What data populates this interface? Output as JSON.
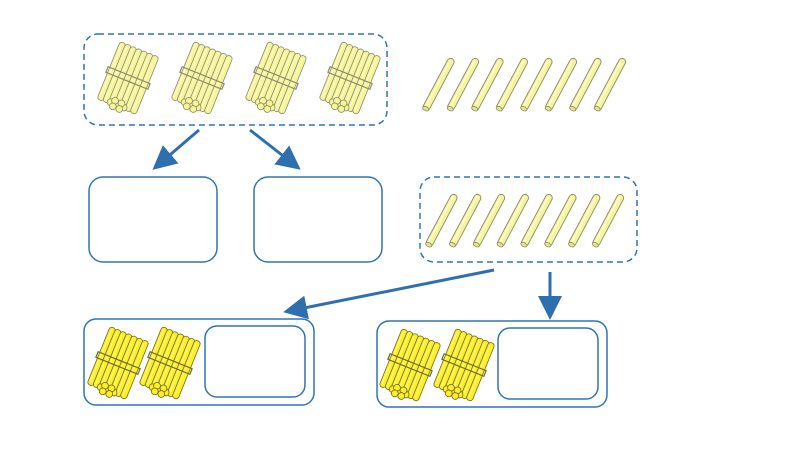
{
  "diagram": {
    "description_text": "",
    "colors": {
      "frame_blue": "#2e75b6",
      "arrow_blue": "#2e6fb0",
      "stick_pale": "#f7f59a",
      "stick_pale_edge": "#8a8a6a",
      "stick_bright": "#ffee22",
      "stick_bright_edge": "#6b6b20"
    },
    "groups": {
      "top_bundles": {
        "bundle_count": 4,
        "style": "pale"
      },
      "top_loose_sticks": {
        "stick_count": 8
      },
      "mid_loose_sticks": {
        "stick_count": 8
      },
      "bottom_left_bundles": {
        "bundle_count": 2,
        "style": "bright"
      },
      "bottom_right_bundles": {
        "bundle_count": 2,
        "style": "bright"
      }
    },
    "answer_boxes": [
      "",
      "",
      "",
      ""
    ]
  }
}
